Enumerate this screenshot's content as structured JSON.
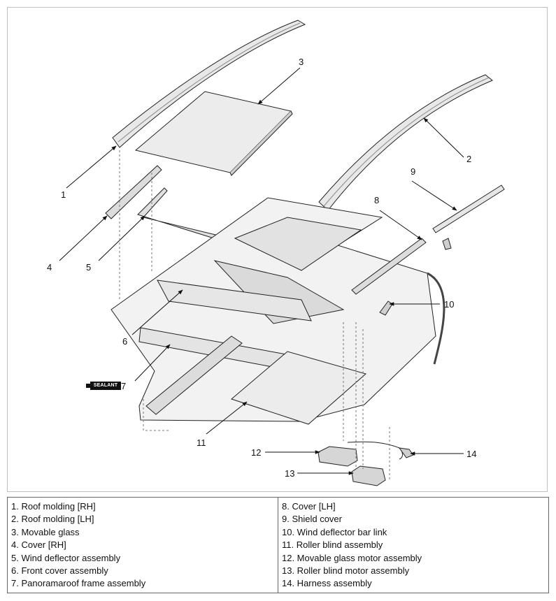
{
  "diagram": {
    "callouts": [
      {
        "id": "1",
        "label": "1"
      },
      {
        "id": "2",
        "label": "2"
      },
      {
        "id": "3",
        "label": "3"
      },
      {
        "id": "4",
        "label": "4"
      },
      {
        "id": "5",
        "label": "5"
      },
      {
        "id": "6",
        "label": "6"
      },
      {
        "id": "7",
        "label": "7"
      },
      {
        "id": "8",
        "label": "8"
      },
      {
        "id": "9",
        "label": "9"
      },
      {
        "id": "10",
        "label": "10"
      },
      {
        "id": "11",
        "label": "11"
      },
      {
        "id": "12",
        "label": "12"
      },
      {
        "id": "13",
        "label": "13"
      },
      {
        "id": "14",
        "label": "14"
      }
    ],
    "sealant_label": "SEALANT"
  },
  "legend": {
    "left": [
      "1. Roof molding [RH]",
      "2. Roof molding [LH]",
      "3. Movable glass",
      "4. Cover [RH]",
      "5. Wind deflector assembly",
      "6. Front cover assembly",
      "7. Panoramaroof frame assembly"
    ],
    "right": [
      "8. Cover [LH]",
      "9. Shield cover",
      "10. Wind deflector bar link",
      "11. Roller blind assembly",
      "12. Movable glass motor assembly",
      "13. Roller blind motor assembly",
      "14. Harness assembly"
    ]
  }
}
